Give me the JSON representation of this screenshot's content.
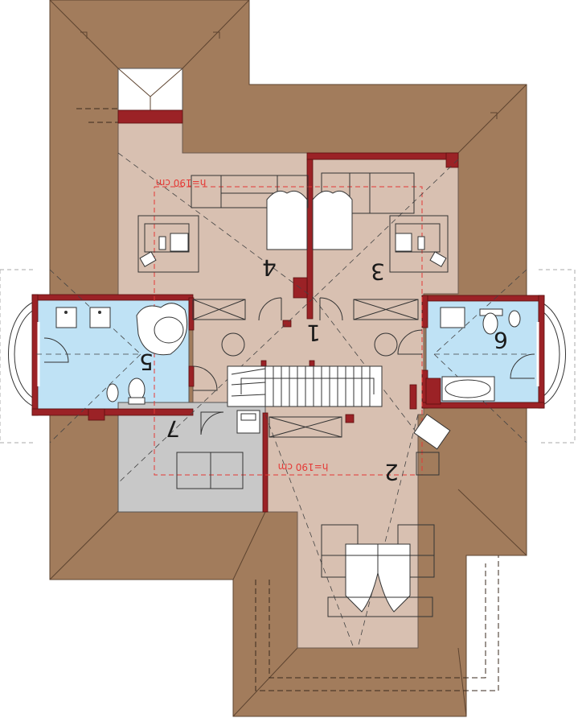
{
  "plan": {
    "rooms": [
      {
        "number": "1"
      },
      {
        "number": "2"
      },
      {
        "number": "3"
      },
      {
        "number": "4"
      },
      {
        "number": "5"
      },
      {
        "number": "6"
      },
      {
        "number": "7"
      }
    ],
    "height_labels": [
      "h=190 cm",
      "h=190 cm"
    ],
    "colors": {
      "roof": "#a27c5c",
      "floor": "#d8c0b1",
      "wet_rooms": "#bfe2f5",
      "utility": "#c8c8c8",
      "walls": "#9b2226",
      "height_line": "#e53935"
    }
  }
}
